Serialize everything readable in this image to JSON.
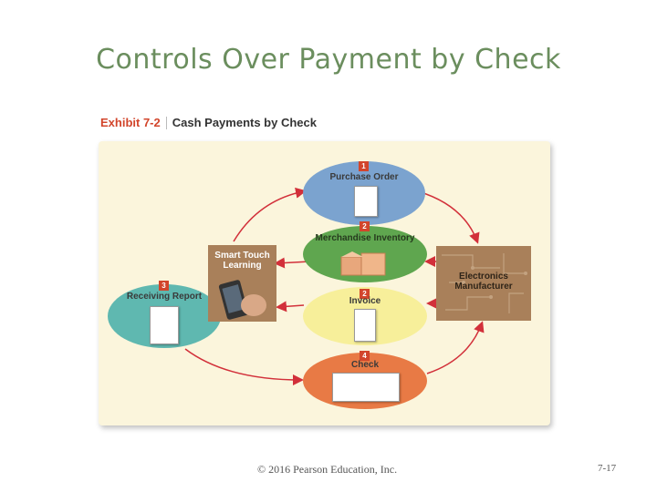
{
  "slide": {
    "title": "Controls Over Payment by Check",
    "footer_copyright": "© 2016 Pearson Education, Inc.",
    "page_number": "7-17"
  },
  "exhibit": {
    "number": "Exhibit 7-2",
    "title": "Cash Payments by Check"
  },
  "diagram": {
    "purchase_order": {
      "step": "1",
      "label": "Purchase Order",
      "color": "#7ba3cf"
    },
    "merchandise_inventory": {
      "step": "2",
      "label": "Merchandise Inventory",
      "color": "#5fa64f"
    },
    "invoice": {
      "step": "2",
      "label": "Invoice",
      "color": "#f7ef9a"
    },
    "check": {
      "step": "4",
      "label": "Check",
      "color": "#e87a45"
    },
    "receiving_report": {
      "step": "3",
      "label": "Receiving Report",
      "color": "#5fb8b0"
    },
    "smart_touch": {
      "label_line1": "Smart Touch",
      "label_line2": "Learning",
      "color": "#a9805a"
    },
    "electronics": {
      "label_line1": "Electronics",
      "label_line2": "Manufacturer",
      "color": "#a9805a"
    },
    "arrow_color": "#d2303a"
  }
}
